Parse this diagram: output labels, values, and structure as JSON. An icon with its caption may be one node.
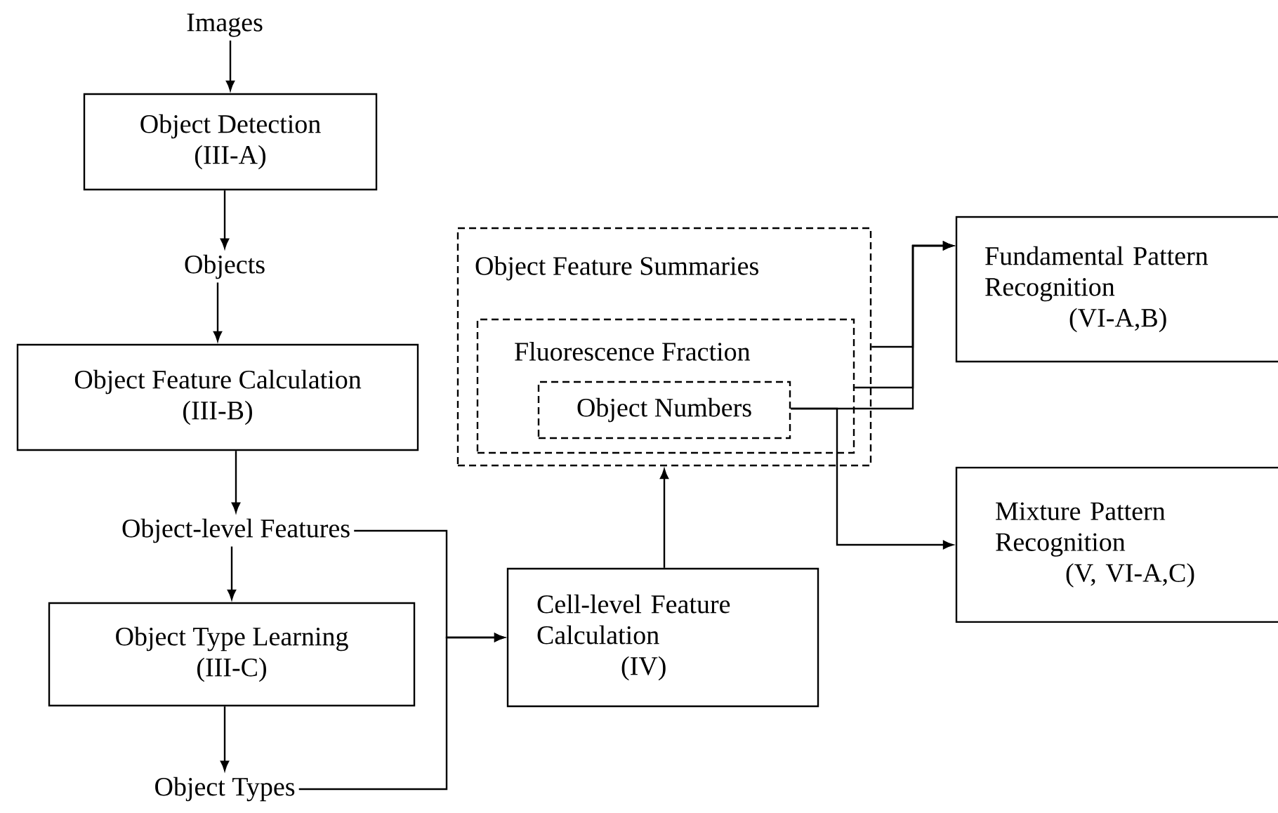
{
  "diagram": {
    "nodes": [
      {
        "text": [
          "Images"
        ]
      },
      {
        "text": [
          "Object Detection",
          "(III-A)"
        ]
      },
      {
        "text": [
          "Objects"
        ]
      },
      {
        "text": [
          "Object Feature Calculation",
          "(III-B)"
        ]
      },
      {
        "text": [
          "Object-level Features"
        ]
      },
      {
        "text": [
          "Object Type Learning",
          "(III-C)"
        ]
      },
      {
        "text": [
          "Object Types"
        ]
      },
      {
        "text": [
          "Cell-level Feature Calculation",
          "(IV)"
        ]
      },
      {
        "text": [
          "Object Feature Summaries"
        ]
      },
      {
        "text": [
          "Fluorescence Fraction"
        ],
        "in": 8
      },
      {
        "text": [
          "Object Numbers"
        ],
        "in": 9
      },
      {
        "text": [
          "Fundamental Pattern Recognition",
          "(VI-A,B)"
        ]
      },
      {
        "text": [
          "Mixture Pattern Recognition",
          "(V, VI-A,C)"
        ]
      }
    ],
    "edges": [
      {
        "from": 0,
        "to": 1,
        "arrow": "to"
      },
      {
        "from": 1,
        "to": 2,
        "arrow": "to"
      },
      {
        "from": 2,
        "to": 3,
        "arrow": "to"
      },
      {
        "from": 3,
        "to": 4,
        "arrow": "to"
      },
      {
        "from": 4,
        "to": 5,
        "arrow": "to"
      },
      {
        "from": 5,
        "to": 6,
        "arrow": "to"
      },
      {
        "from": 4,
        "to": 7,
        "arrow": "to"
      },
      {
        "from": 6,
        "to": 7,
        "arrow": "to"
      },
      {
        "from": 7,
        "to": 8,
        "arrow": "to"
      },
      {
        "from": 8,
        "to": 11,
        "arrow": "to"
      },
      {
        "from": 9,
        "to": 11,
        "arrow": "to"
      },
      {
        "from": 10,
        "to": 11,
        "arrow": "to"
      },
      {
        "from": 10,
        "to": 12,
        "arrow": "to"
      }
    ]
  }
}
